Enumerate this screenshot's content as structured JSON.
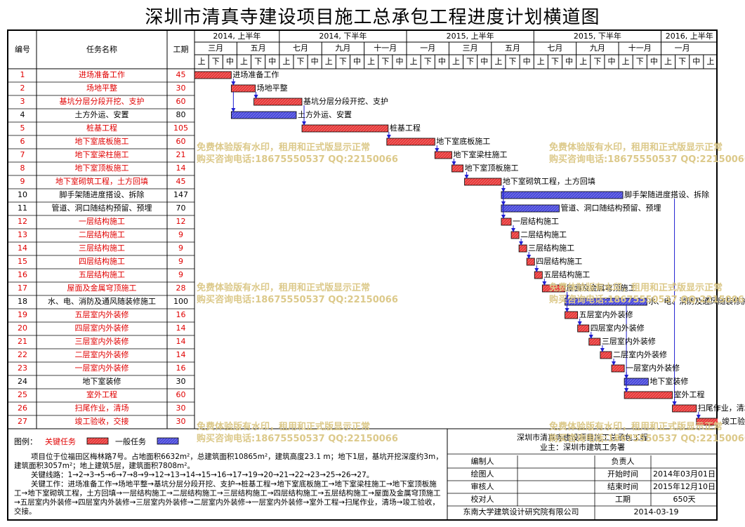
{
  "title": "深圳市清真寺建设项目施工总承包工程进度计划横道图",
  "headers": {
    "id": "编号",
    "name": "任务名称",
    "duration": "工期"
  },
  "half_years": [
    "2014, 上半年",
    "2014, 下半年",
    "2015, 上半年",
    "2015, 下半年",
    "2016, 上半年"
  ],
  "months": [
    "三月",
    "五月",
    "七月",
    "九月",
    "十一月",
    "一月",
    "三月",
    "五月",
    "七月",
    "九月",
    "十一月",
    "一月"
  ],
  "decades": [
    "上",
    "下",
    "中"
  ],
  "tasks": [
    {
      "id": "1",
      "name": "进场准备工作",
      "duration": "45",
      "critical": true,
      "start": 0,
      "len": 2.6
    },
    {
      "id": "2",
      "name": "场地平整",
      "duration": "30",
      "critical": true,
      "start": 2.6,
      "len": 1.7
    },
    {
      "id": "3",
      "name": "基坑分层分段开挖、支护",
      "duration": "60",
      "critical": true,
      "start": 4.2,
      "len": 3.4
    },
    {
      "id": "4",
      "name": "土方外运、安置",
      "duration": "80",
      "critical": false,
      "start": 2.6,
      "len": 4.6
    },
    {
      "id": "5",
      "name": "桩基工程",
      "duration": "105",
      "critical": true,
      "start": 7.6,
      "len": 6.1
    },
    {
      "id": "6",
      "name": "地下室底板施工",
      "duration": "60",
      "critical": true,
      "start": 13.6,
      "len": 3.4
    },
    {
      "id": "7",
      "name": "地下室梁柱施工",
      "duration": "21",
      "critical": true,
      "start": 17.0,
      "len": 1.2
    },
    {
      "id": "8",
      "name": "地下室顶板施工",
      "duration": "14",
      "critical": true,
      "start": 18.2,
      "len": 0.8
    },
    {
      "id": "9",
      "name": "地下室砌筑工程，土方回填",
      "duration": "45",
      "critical": true,
      "start": 19.1,
      "len": 2.6
    },
    {
      "id": "10",
      "name": "脚手架随进度搭设、拆除",
      "duration": "147",
      "critical": false,
      "start": 21.7,
      "len": 8.6
    },
    {
      "id": "11",
      "name": "管道、洞口随结构预留、预埋",
      "duration": "70",
      "critical": false,
      "start": 21.7,
      "len": 4.1
    },
    {
      "id": "12",
      "name": "一层结构施工",
      "duration": "12",
      "critical": true,
      "start": 21.7,
      "len": 0.7
    },
    {
      "id": "13",
      "name": "二层结构施工",
      "duration": "9",
      "critical": true,
      "start": 22.4,
      "len": 0.55
    },
    {
      "id": "14",
      "name": "三层结构施工",
      "duration": "9",
      "critical": true,
      "start": 22.95,
      "len": 0.55
    },
    {
      "id": "15",
      "name": "四层结构施工",
      "duration": "9",
      "critical": true,
      "start": 23.5,
      "len": 0.55
    },
    {
      "id": "16",
      "name": "五层结构施工",
      "duration": "9",
      "critical": true,
      "start": 24.05,
      "len": 0.55
    },
    {
      "id": "17",
      "name": "屋面及金属穹顶施工",
      "duration": "28",
      "critical": true,
      "start": 24.6,
      "len": 1.6
    },
    {
      "id": "18",
      "name": "水、电、消防及通风随装修施工",
      "duration": "100",
      "critical": false,
      "start": 26.2,
      "len": 5.8
    },
    {
      "id": "19",
      "name": "五层室内外装修",
      "duration": "16",
      "critical": true,
      "start": 26.2,
      "len": 0.9
    },
    {
      "id": "20",
      "name": "四层室内外装修",
      "duration": "14",
      "critical": true,
      "start": 27.1,
      "len": 0.8
    },
    {
      "id": "21",
      "name": "三层室内外装修",
      "duration": "14",
      "critical": true,
      "start": 27.9,
      "len": 0.8
    },
    {
      "id": "22",
      "name": "二层室内外装修",
      "duration": "14",
      "critical": true,
      "start": 28.7,
      "len": 0.8
    },
    {
      "id": "23",
      "name": "一层室内外装修",
      "duration": "16",
      "critical": true,
      "start": 29.5,
      "len": 0.9
    },
    {
      "id": "24",
      "name": "地下室装修",
      "duration": "30",
      "critical": false,
      "start": 30.4,
      "len": 1.7
    },
    {
      "id": "25",
      "name": "室外工程",
      "duration": "60",
      "critical": true,
      "start": 30.4,
      "len": 3.4
    },
    {
      "id": "26",
      "name": "扫尾作业，清场",
      "duration": "30",
      "critical": true,
      "start": 33.8,
      "len": 1.7
    },
    {
      "id": "27",
      "name": "竣工验收，交接",
      "duration": "30",
      "critical": true,
      "start": 35.5,
      "len": 1.7
    }
  ],
  "legend": {
    "label": "图例：",
    "critical": "关键任务",
    "normal": "一般任务"
  },
  "info": {
    "p1": "项目位于位福田区梅林路7号。占地面积6632m²，总建筑面积10865m²，建筑高度23.1 m；地下1层，基坑开挖深度约3m，建筑面积3057m²；地上建筑5层，建筑面积7808m²。",
    "p2": "关键线路：1→2→3→5→6→7→8→9→12→13→14→15→16→17→19→20→21→22→23→25→26→27。",
    "p3": "关键工作：进场准备工作→场地平整→基坑分层分段开挖、支护→桩基工程→地下室底板施工→地下室梁柱施工→地下室顶板施工→地下室砌筑工程，土方回填→一层结构施工→二层结构施工→三层结构施工→四层结构施工→五层结构施工→屋面及金属穹顶施工→五层室内外装修→四层室内外装修→三层室内外装修→二层室内外装修→一层室内外装修→室外工程→扫尾作业，清场→竣工验收，交接。"
  },
  "titleblock": {
    "project": "深圳市清真寺建设项目施工总承包工程",
    "owner": "业主：深圳市建筑工务署",
    "rows": [
      [
        "编制人",
        "负责人",
        ""
      ],
      [
        "绘图人",
        "开始时间",
        "2014年03月01日"
      ],
      [
        "审核人",
        "结束时间",
        "2015年12月10日"
      ],
      [
        "校对人",
        "工期",
        "650天"
      ]
    ],
    "company": "东南大学建筑设计研究院有限公司",
    "date": "2014-03-19"
  },
  "watermark": {
    "line1": "免费体验版有水印，租用和正式版显示正常",
    "line2": "购买咨询电话:18675550537 QQ:22150066"
  },
  "colors": {
    "critical_fill": "#e83a3a",
    "normal_fill": "#4a4adc",
    "arrow": "#1f1fd0",
    "wm": "#dcc98a"
  }
}
